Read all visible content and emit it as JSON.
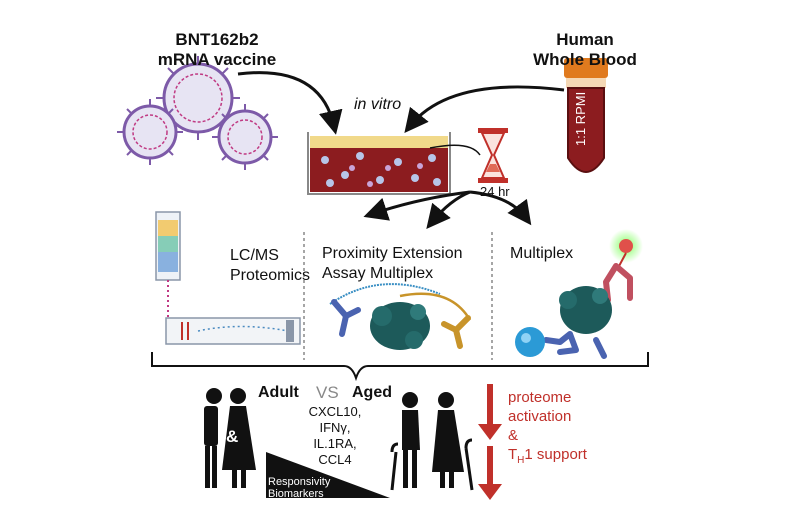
{
  "vaccine": {
    "line1": "BNT162b2",
    "line2": "mRNA vaccine"
  },
  "blood": {
    "line1": "Human",
    "line2": "Whole Blood",
    "tube_label": "1:1 RPMI"
  },
  "invitro": "in vitro",
  "timer": "24 hr",
  "methods": {
    "lcms": {
      "line1": "LC/MS",
      "line2": "Proteomics"
    },
    "pea": {
      "line1": "Proximity Extension",
      "line2": "Assay Multiplex"
    },
    "multiplex": {
      "line1": "Multiplex"
    }
  },
  "comparison": {
    "adult": "Adult",
    "vs": "VS",
    "aged": "Aged",
    "amp": "&",
    "biomarkers": [
      "CXCL10,",
      "IFNγ,",
      "IL.1RA,",
      "CCL4"
    ],
    "responsivity": {
      "line1": "Responsivity",
      "line2": "Biomarkers"
    }
  },
  "outcome": {
    "line1": "proteome",
    "line2": "activation",
    "amp": "&",
    "th_main": "T",
    "th_sub": "H",
    "th_rest": "1 support"
  },
  "colors": {
    "red_arrow": "#c0302a",
    "blood": "#8c1c1f",
    "teal": "#1d5a5a",
    "antibody_blue": "#4a63b0",
    "antibody_gold": "#c8942a"
  }
}
